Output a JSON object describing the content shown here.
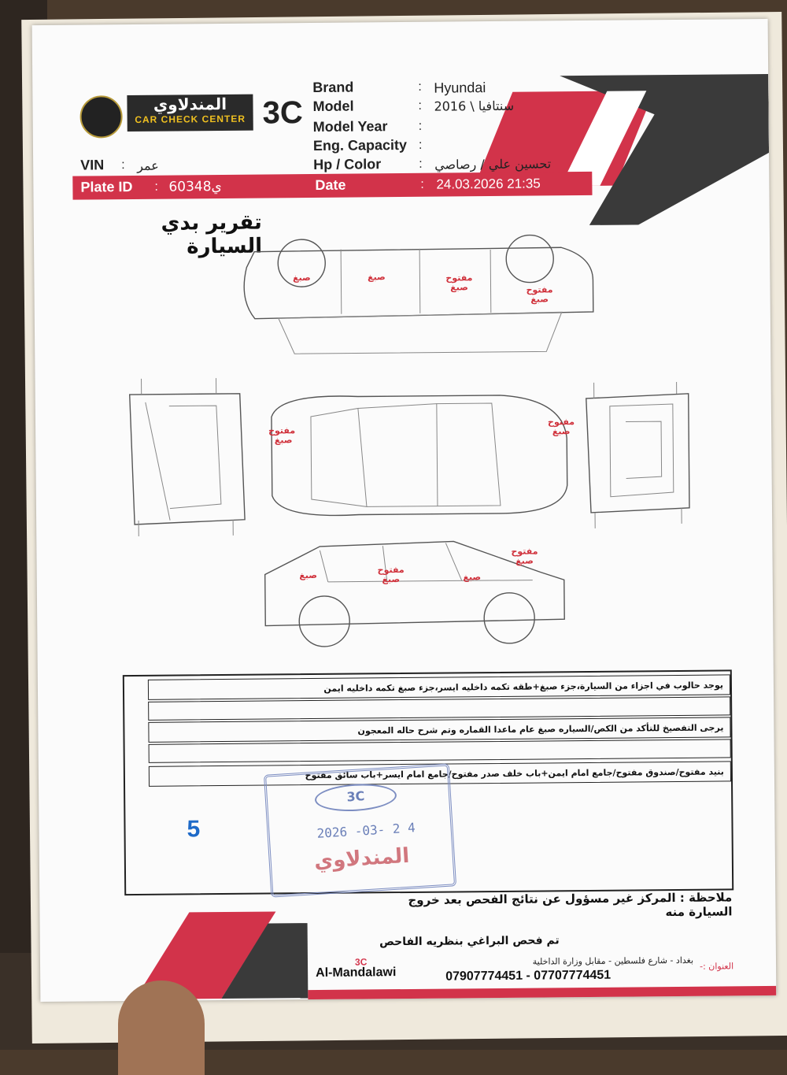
{
  "header": {
    "logo_arabic": "المندلاوي",
    "logo_english": "CAR CHECK CENTER",
    "logo_3c": "3C",
    "fields": [
      {
        "label": "Brand",
        "value": "Hyundai"
      },
      {
        "label": "Model",
        "value": "سنتافيا \\ 2016"
      },
      {
        "label": "Model Year",
        "value": ""
      },
      {
        "label": "Eng. Capacity",
        "value": ""
      },
      {
        "label": "Hp / Color",
        "value": "تحسين علي / رصاصي"
      }
    ],
    "vin_label": "VIN",
    "vin_value": "عمر",
    "plate_label": "Plate ID",
    "plate_value": "ي60348",
    "date_label": "Date",
    "date_value": "24.03.2026 21:35",
    "colon": ":"
  },
  "report_title": "تقرير بدي السيارة",
  "marks": {
    "paint": "صبغ",
    "opened_paint": "مفتوح صبغ"
  },
  "notes": [
    "يوجد حالوب في اجزاء من السيارة،جزء صبغ+طقه تكمه داخليه ايسر،جزء صبغ تكمه داخليه ايمن",
    "يرجى التفصيخ للتأكد من الكص/السياره صبغ عام ماعدا القماره وتم شرح حاله المعجون",
    "بنيد مفتوح/صندوق مفتوح/جامع امام ايمن+باب خلف صدر مفتوح/جامع امام ايسر+باب سائق مفتوح"
  ],
  "page_number": "5",
  "stamp": {
    "label": "3C",
    "date": "2026 -03- 2 4",
    "name": "المندلاوي"
  },
  "disclaimer": "ملاحظة : المركز غير مسؤول عن نتائج الفحص بعد خروج السيارة منه",
  "footer": {
    "inspected_by": "تم فحص البراغي بنظريه الفاحص",
    "brand_3c": "3C",
    "brand_name": "Al-Mandalawi",
    "address_label": "العنوان :-",
    "address": "بغداد - شارع فلسطين - مقابل وزارة الداخلية",
    "phones": "07907774451 - 07707774451"
  },
  "colors": {
    "accent": "#d2334a",
    "dark": "#3a3a3a",
    "stamp_blue": "#6a7fb8",
    "stamp_red": "#c0404a"
  }
}
